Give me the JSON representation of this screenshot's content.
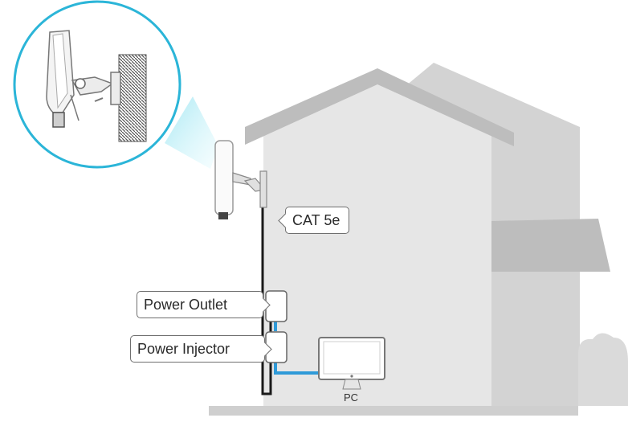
{
  "labels": {
    "cable": "CAT 5e",
    "power_outlet": "Power Outlet",
    "power_injector": "Power Injector",
    "pc": "PC"
  },
  "colors": {
    "house_front": "#e6e6e6",
    "house_back": "#d3d3d3",
    "roof": "#bdbdbd",
    "ethernet_cable": "#1a1a1a",
    "network_cable": "#2f9ad8",
    "highlight_circle": "#2bb5d8"
  },
  "icons": [
    "antenna-icon",
    "mounting-bracket-icon",
    "power-outlet-icon",
    "power-injector-icon",
    "monitor-icon"
  ]
}
